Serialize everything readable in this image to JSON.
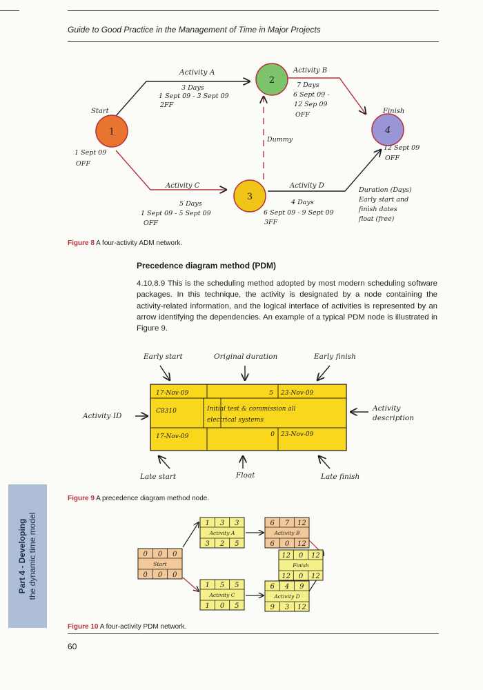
{
  "header": {
    "title": "Guide to Good Practice in the Management of Time in Major Projects"
  },
  "figure8": {
    "caption_label": "Figure 8",
    "caption_text": "A four-activity ADM network.",
    "nodes": [
      {
        "id": "1",
        "color": "#e8742f"
      },
      {
        "id": "2",
        "color": "#7cc36b"
      },
      {
        "id": "3",
        "color": "#f0c419"
      },
      {
        "id": "4",
        "color": "#9a95d6"
      }
    ],
    "labels": {
      "start": "Start",
      "start_date": "1 Sept 09",
      "start_off": "OFF",
      "finish": "Finish",
      "finish_date": "12 Sept 09",
      "finish_off": "OFF",
      "dummy": "Dummy",
      "activity_a": {
        "name": "Activity A",
        "duration": "3 Days",
        "dates": "1 Sept 09 - 3 Sept 09",
        "float": "2FF"
      },
      "activity_b": {
        "name": "Activity B",
        "duration": "7 Days",
        "dates1": "6 Sept 09 -",
        "dates2": "12 Sep 09",
        "float": "OFF"
      },
      "activity_c": {
        "name": "Activity C",
        "duration": "5 Days",
        "dates": "1 Sept 09 - 5 Sept 09",
        "float": "OFF"
      },
      "activity_d": {
        "name": "Activity D",
        "duration": "4 Days",
        "dates": "6 Sept 09 - 9 Sept 09",
        "float": "3FF"
      },
      "legend": [
        "Duration (Days)",
        "Early start and",
        "finish dates",
        "float (free)"
      ]
    }
  },
  "pdm": {
    "heading": "Precedence diagram method (PDM)",
    "paragraph": "4.10.8.9   This is the scheduling method adopted by most modern scheduling software packages. In this technique, the activity is designated by a node containing the activity-related information, and the logical interface of activities is represented by an arrow identifying the dependencies. An example of a typical PDM node is illustrated in Figure 9."
  },
  "figure9": {
    "caption_label": "Figure 9",
    "caption_text": "A precedence diagram method node.",
    "labels": {
      "early_start": "Early start",
      "original_duration": "Original duration",
      "early_finish": "Early finish",
      "activity_id": "Activity ID",
      "activity_description1": "Activity",
      "activity_description2": "description",
      "late_start": "Late start",
      "float": "Float",
      "late_finish": "Late finish"
    },
    "node": {
      "early_start": "17-Nov-09",
      "duration": "5",
      "early_finish": "23-Nov-09",
      "id": "C8310",
      "description1": "Initial test & commission all",
      "description2": "electrical systems",
      "late_start": "17-Nov-09",
      "float": "0",
      "late_finish": "23-Nov-09"
    },
    "fill": "#f9d71c"
  },
  "figure10": {
    "caption_label": "Figure 10",
    "caption_text": "A four-activity PDM network.",
    "fill": "#f6f08a",
    "fill_alt": "#f4c99a",
    "nodes": [
      {
        "name": "Start",
        "top": [
          "0",
          "0",
          "0"
        ],
        "bottom": [
          "0",
          "0",
          "0"
        ]
      },
      {
        "name": "Activity A",
        "top": [
          "1",
          "3",
          "3"
        ],
        "bottom": [
          "3",
          "2",
          "5"
        ]
      },
      {
        "name": "Activity B",
        "top": [
          "6",
          "7",
          "12"
        ],
        "bottom": [
          "6",
          "0",
          "12"
        ]
      },
      {
        "name": "Activity C",
        "top": [
          "1",
          "5",
          "5"
        ],
        "bottom": [
          "1",
          "0",
          "5"
        ]
      },
      {
        "name": "Activity D",
        "top": [
          "6",
          "4",
          "9"
        ],
        "bottom": [
          "9",
          "3",
          "12"
        ]
      },
      {
        "name": "Finish",
        "top": [
          "12",
          "0",
          "12"
        ],
        "bottom": [
          "12",
          "0",
          "12"
        ]
      }
    ]
  },
  "side_tab": {
    "line1": "Part 4 - Developing",
    "line2": "the dynamic time model"
  },
  "footer": {
    "page_number": "60"
  }
}
